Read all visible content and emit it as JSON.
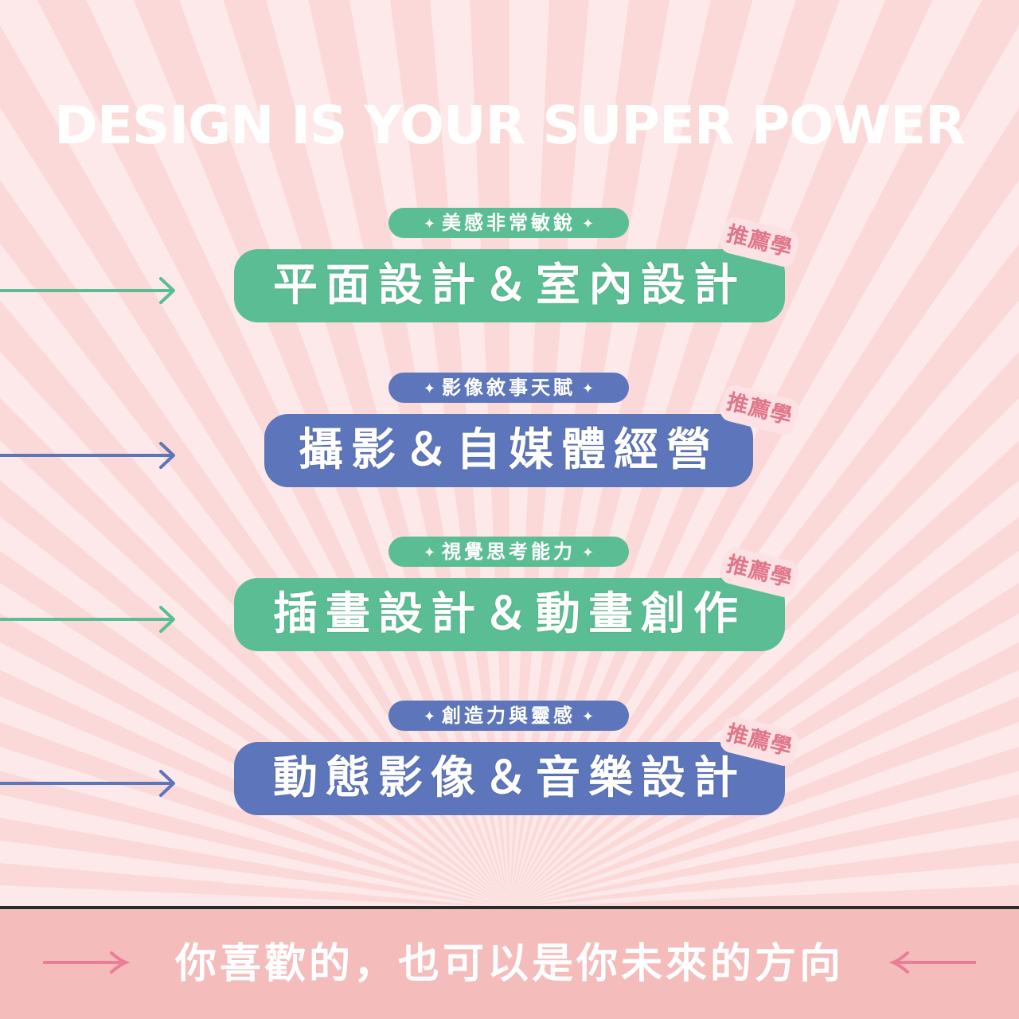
{
  "headline": "DESIGN IS YOUR SUPER POWER",
  "sticker_label": "推薦學",
  "spark_glyph": "✦",
  "items": [
    {
      "tag": "美感非常敏銳",
      "title": "平面設計＆室內設計",
      "color": "#5bbd94"
    },
    {
      "tag": "影像敘事天賦",
      "title": "攝影＆自媒體經營",
      "color": "#5d75ba"
    },
    {
      "tag": "視覺思考能力",
      "title": "插畫設計＆動畫創作",
      "color": "#5bbd94"
    },
    {
      "tag": "創造力與靈感",
      "title": "動態影像＆音樂設計",
      "color": "#5d75ba"
    }
  ],
  "footer": {
    "text": "你喜歡的，也可以是你未來的方向",
    "arrow_color": "#ec7c98"
  },
  "colors": {
    "background": "#fbd9d9",
    "ray": "#fde9e9",
    "footer_bg": "#f4bcbb"
  }
}
